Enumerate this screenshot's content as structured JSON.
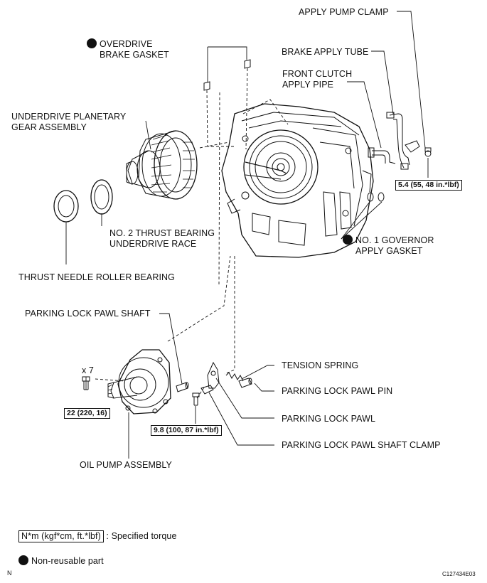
{
  "labels": {
    "apply_pump_clamp": "APPLY PUMP CLAMP",
    "overdrive_brake_gasket": [
      "OVERDRIVE",
      "BRAKE GASKET"
    ],
    "brake_apply_tube": "BRAKE APPLY TUBE",
    "front_clutch_apply_pipe": [
      "FRONT CLUTCH",
      "APPLY PIPE"
    ],
    "underdrive_planetary_gear_assembly": [
      "UNDERDRIVE PLANETARY",
      "GEAR ASSEMBLY"
    ],
    "no2_thrust_bearing_underdrive_race": [
      "NO. 2 THRUST BEARING",
      "UNDERDRIVE RACE"
    ],
    "no1_governor_apply_gasket": [
      "NO. 1 GOVERNOR",
      "APPLY GASKET"
    ],
    "thrust_needle_roller_bearing": "THRUST NEEDLE ROLLER BEARING",
    "parking_lock_pawl_shaft": "PARKING LOCK PAWL SHAFT",
    "tension_spring": "TENSION SPRING",
    "parking_lock_pawl_pin": "PARKING LOCK PAWL PIN",
    "parking_lock_pawl": "PARKING LOCK PAWL",
    "parking_lock_pawl_shaft_clamp": "PARKING LOCK PAWL SHAFT CLAMP",
    "oil_pump_assembly": "OIL PUMP ASSEMBLY",
    "bolt_count": "x 7"
  },
  "torques": {
    "apply_pump_clamp_bolt": "5.4 (55, 48 in.*lbf)",
    "oil_pump_bolt": "22 (220, 16)",
    "shaft_clamp_bolt": "9.8 (100, 87 in.*lbf)"
  },
  "legend": {
    "torque_unit_box": "N*m (kgf*cm, ft.*lbf)",
    "torque_text": ": Specified torque",
    "non_reusable_text": "Non-reusable part"
  },
  "corner": {
    "left": "N",
    "right": "C127434E03"
  },
  "colors": {
    "ink": "#111111",
    "background": "#ffffff"
  }
}
